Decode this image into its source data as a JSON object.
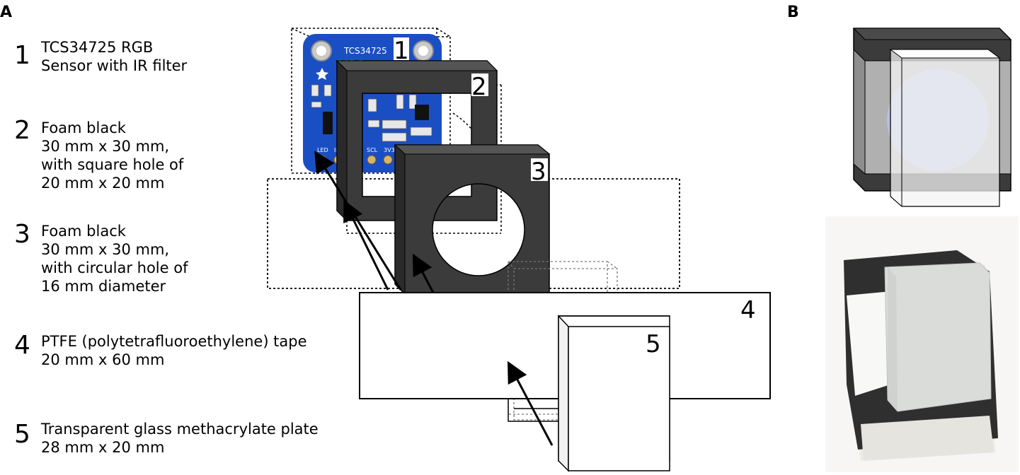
{
  "panels": {
    "a": "A",
    "b": "B"
  },
  "legend": [
    {
      "num": "1",
      "lines": [
        "TCS34725 RGB",
        "Sensor with IR filter"
      ]
    },
    {
      "num": "2",
      "lines": [
        "Foam black",
        "30 mm x 30 mm,",
        "with square hole of",
        "20 mm x 20 mm"
      ]
    },
    {
      "num": "3",
      "lines": [
        "Foam black",
        "30 mm x 30 mm,",
        "with circular hole of",
        "16 mm diameter"
      ]
    },
    {
      "num": "4",
      "lines": [
        "PTFE (polytetrafluoroethylene) tape",
        "20 mm x 60 mm"
      ]
    },
    {
      "num": "5",
      "lines": [
        "Transparent glass methacrylate plate",
        "28 mm x 20 mm"
      ]
    }
  ],
  "callouts": {
    "c1": "1",
    "c2": "2",
    "c3": "3",
    "c4": "4",
    "c5": "5"
  },
  "board": {
    "name": "TCS34725",
    "subtitle": "RGB Sensor",
    "pins": [
      "LED",
      "INT",
      "SCL",
      "3V3"
    ]
  },
  "colors": {
    "foam": "#3b3b3b",
    "board": "#1a4fc4",
    "outline": "#000000",
    "ptfe": "#ffffff"
  }
}
